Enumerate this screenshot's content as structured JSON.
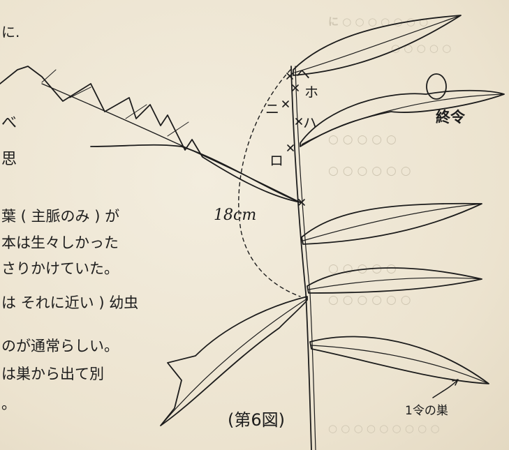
{
  "left_text": {
    "line0": "に.",
    "line1": "べ",
    "line2": "思",
    "line3": "葉 ( 主脈のみ ) が",
    "line4": "本は生々しかった",
    "line5": "さりかけていた。",
    "line6": "は それに近い ) 幼虫",
    "line7": "のが通常らしい。",
    "line8": "は巣から出て別",
    "line9": "。"
  },
  "diagram": {
    "marker_he": "ヘ",
    "marker_ho": "ホ",
    "marker_ni": "ニ",
    "marker_ha": "ハ",
    "marker_ro": "ロ",
    "length_label": "18cm",
    "final_instar_label": "終令",
    "nest_label": "1令の巣",
    "figure_caption": "(第6図)"
  },
  "colors": {
    "ink": "#1c1c1c",
    "paper": "#efe8d6",
    "bleed_through": "#cfc6b2"
  }
}
